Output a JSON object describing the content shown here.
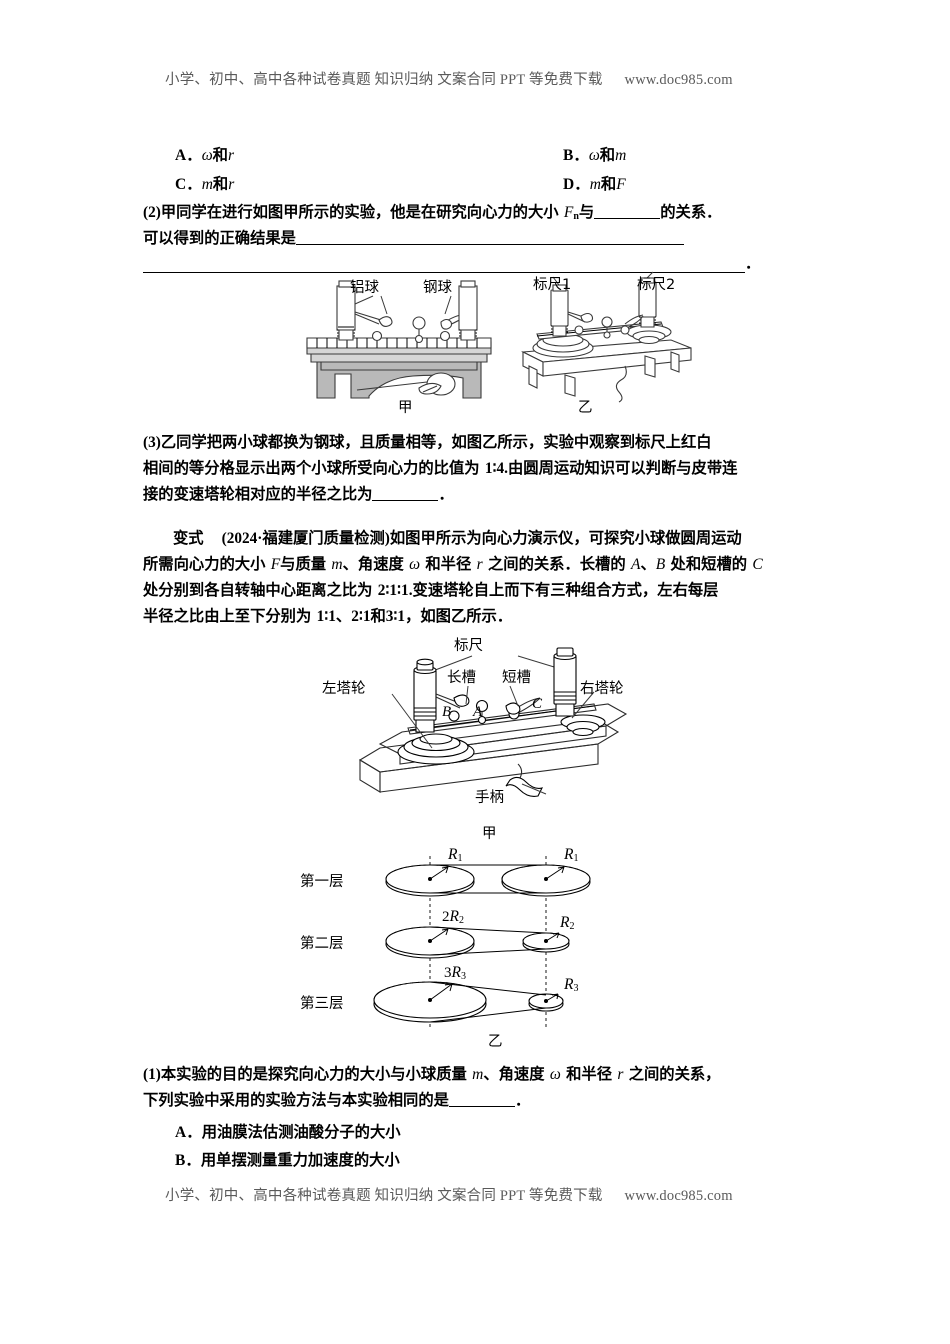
{
  "header": {
    "text": "小学、初中、高中各种试卷真题 知识归纳 文案合同 PPT 等免费下载",
    "url": "www.doc985.com"
  },
  "footer": {
    "text": "小学、初中、高中各种试卷真题 知识归纳 文案合同 PPT 等免费下载",
    "url": "www.doc985.com"
  },
  "options_top": [
    {
      "letter": "A．",
      "text_a": "ω",
      "joiner": "和",
      "text_b": "r"
    },
    {
      "letter": "B．",
      "text_a": "ω",
      "joiner": "和",
      "text_b": "m"
    },
    {
      "letter": "C．",
      "text_a": "m",
      "joiner": "和",
      "text_b": "r"
    },
    {
      "letter": "D．",
      "text_a": "m",
      "joiner": "和",
      "text_b": "F"
    }
  ],
  "question2": {
    "number": "(2)",
    "line1_a": "甲同学在进行如图甲所示的实验，他是在研究向心力的大小 ",
    "symbol": "F",
    "symbol_sub": "n",
    "line1_b": "与",
    "line1_c": "的关系．",
    "line2": "可以得到的正确结果是",
    "period": "．"
  },
  "figure1": {
    "labels": {
      "aluminum_ball": "铝球",
      "steel_ball": "钢球",
      "scale1": "标尺1",
      "scale2": "标尺2"
    },
    "captions": {
      "left": "甲",
      "right": "乙"
    }
  },
  "question3": {
    "number": "(3)",
    "line1": "乙同学把两小球都换为钢球，且质量相等，如图乙所示，实验中观察到标尺上红白",
    "line2_a": "相间的等分格显示出两个小球所受向心力的比值为 ",
    "line2_ratio": "1∶4.",
    "line2_b": "由圆周运动知识可以判断与皮带连",
    "line3": "接的变速塔轮相对应的半径之比为",
    "line3_end": "．"
  },
  "variant": {
    "tag": "变式",
    "source": "(2024·福建厦门质量检测)",
    "p1_a": "如图甲所示为向心力演示仪，可探究小球做圆周运动",
    "p2_a": "所需向心力的大小 ",
    "p2_F": "F",
    "p2_b": "与质量 ",
    "p2_m": "m",
    "p2_c": "、角速度 ",
    "p2_w": "ω",
    "p2_d": " 和半径 ",
    "p2_r": "r",
    "p2_e": " 之间的关系．长槽的 ",
    "p2_A": "A",
    "p2_f": "、",
    "p2_B": "B",
    "p2_g": " 处和短槽的 ",
    "p2_C": "C",
    "p3_a": "处分别到各自转轴中心距离之比为 ",
    "p3_ratio": "2∶1∶1.",
    "p3_b": "变速塔轮自上而下有三种组合方式，左右每层",
    "p4_a": "半径之比由上至下分别为 ",
    "p4_r1": "1∶1",
    "p4_b": "、",
    "p4_r2": "2∶1",
    "p4_c": "和",
    "p4_r3": "3∶1",
    "p4_d": "，如图乙所示．"
  },
  "figure2": {
    "labels": {
      "scale": "标尺",
      "left_pulley": "左塔轮",
      "long_slot": "长槽",
      "short_slot": "短槽",
      "right_pulley": "右塔轮",
      "handle": "手柄",
      "point_a": "A",
      "point_b": "B",
      "point_c": "C"
    },
    "caption": "甲"
  },
  "figure3": {
    "layers": [
      {
        "name": "第一层",
        "left_radius": "R",
        "left_sub": "1",
        "left_coeff": "",
        "right_radius": "R",
        "right_sub": "1"
      },
      {
        "name": "第二层",
        "left_radius": "R",
        "left_sub": "2",
        "left_coeff": "2",
        "right_radius": "R",
        "right_sub": "2"
      },
      {
        "name": "第三层",
        "left_radius": "R",
        "left_sub": "3",
        "left_coeff": "3",
        "right_radius": "R",
        "right_sub": "3"
      }
    ],
    "caption": "乙"
  },
  "question_v1": {
    "number": "(1)",
    "line1_a": "本实验的目的是探究向心力的大小与小球质量 ",
    "m": "m",
    "line1_b": "、角速度 ",
    "w": "ω",
    "line1_c": " 和半径 ",
    "r": "r",
    "line1_d": " 之间的关系，",
    "line2": "下列实验中采用的实验方法与本实验相同的是",
    "line2_end": "．",
    "options": [
      {
        "letter": "A．",
        "text": "用油膜法估测油酸分子的大小"
      },
      {
        "letter": "B．",
        "text": "用单摆测量重力加速度的大小"
      }
    ]
  }
}
